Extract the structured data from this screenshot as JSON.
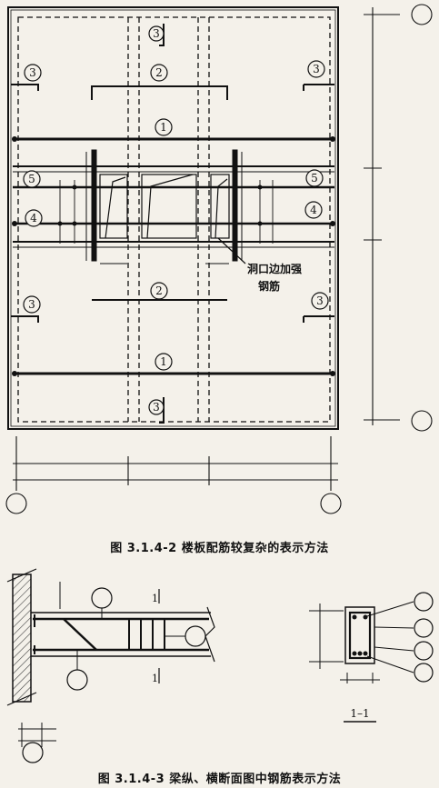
{
  "figure1": {
    "caption": "图 3.1.4-2   楼板配筋较复杂的表示方法",
    "bar_labels": [
      "1",
      "2",
      "3",
      "4",
      "5"
    ],
    "opening_note_line1": "洞口边加强",
    "opening_note_line2": "钢筋"
  },
  "figure2": {
    "caption": "图 3.1.4-3   梁纵、横断面图中钢筋表示方法",
    "section_mark": "1",
    "section_title": "1–1"
  },
  "colors": {
    "ink": "#111111",
    "paper": "#f4f1ea",
    "hatch": "#444444"
  }
}
